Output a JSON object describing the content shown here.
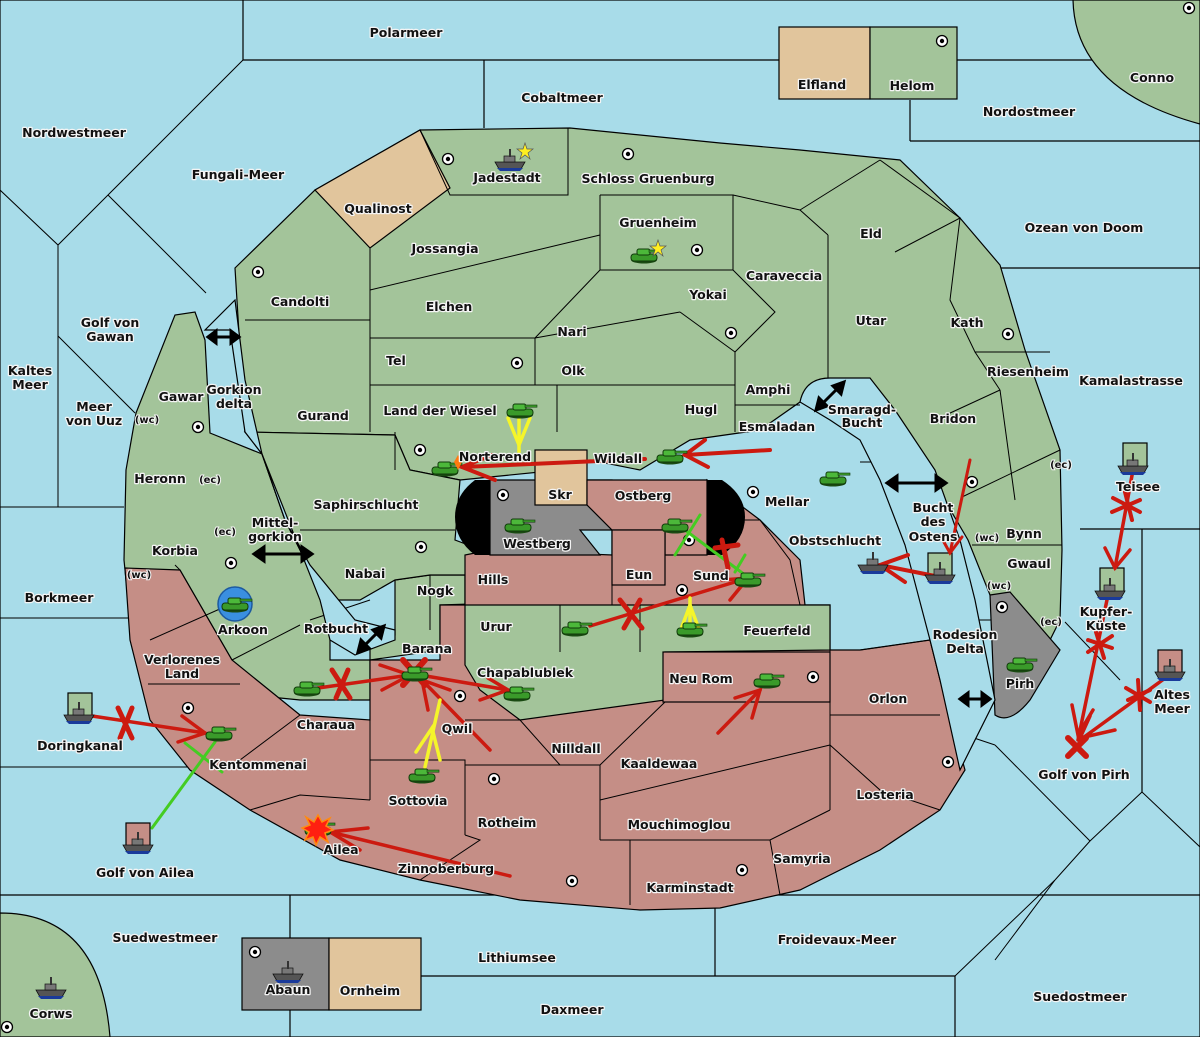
{
  "map": {
    "colors": {
      "sea": "#a8dce9",
      "green_power": "#a3c49a",
      "red_power": "#c58e86",
      "neutral_tan": "#e1c59c",
      "neutral_gray": "#8c8c8c",
      "move_order": "#cc1a10",
      "support_order": "#f5f52a",
      "convoy_or_cancelled": "#44cc22",
      "army_tank": "#3a9a2a"
    },
    "labels": {
      "polarmeer": "Polarmeer",
      "cobaltmeer": "Cobaltmeer",
      "elfland": "Elfland",
      "helom": "Helom",
      "conno": "Conno",
      "nordostmeer": "Nordostmeer",
      "nordwestmeer": "Nordwestmeer",
      "fungali": "Fungali-Meer",
      "jadestadt": "Jadestadt",
      "schloss": "Schloss Gruenburg",
      "qualinost": "Qualinost",
      "gruenheim": "Gruenheim",
      "eld": "Eld",
      "ozean": "Ozean von Doom",
      "jossangia": "Jossangia",
      "caraveccia": "Caraveccia",
      "candolti": "Candolti",
      "elchen": "Elchen",
      "yokai": "Yokai",
      "golf_gawan_1": "Golf von",
      "golf_gawan_2": "Gawan",
      "utar": "Utar",
      "kath": "Kath",
      "nari": "Nari",
      "kaltes_1": "Kaltes",
      "kaltes_2": "Meer",
      "tel": "Tel",
      "olk": "Olk",
      "riesenheim": "Riesenheim",
      "kamalastrasse": "Kamalastrasse",
      "amphi": "Amphi",
      "gawar": "Gawar",
      "gorkion_1": "Gorkion",
      "gorkion_2": "delta",
      "uuz_1": "Meer",
      "uuz_2": "von Uuz",
      "gurand": "Gurand",
      "wiesel": "Land der Wiesel",
      "hugl": "Hugl",
      "smaragd_1": "Smaragd-",
      "smaragd_2": "Bucht",
      "bridon": "Bridon",
      "esmaladan": "Esmaladan",
      "norterend": "Norterend",
      "wildall": "Wildall",
      "heronn": "Heronn",
      "skr": "Skr",
      "ostberg": "Ostberg",
      "mellar": "Mellar",
      "teisee": "Teisee",
      "saphir": "Saphirschlucht",
      "westberg": "Westberg",
      "bucht_1": "Bucht",
      "bucht_2": "des",
      "bucht_3": "Ostens",
      "bynn": "Bynn",
      "mittel_1": "Mittel-",
      "mittel_2": "gorkion",
      "korbia": "Korbia",
      "obstschlucht": "Obstschlucht",
      "nabai": "Nabai",
      "eun": "Eun",
      "sund": "Sund",
      "gwaul": "Gwaul",
      "hills": "Hills",
      "nogk": "Nogk",
      "kupfer_1": "Kupfer-",
      "kupfer_2": "Küste",
      "borkmeer": "Borkmeer",
      "arkoon": "Arkoon",
      "urur": "Urur",
      "feuerfeld": "Feuerfeld",
      "rotbucht": "Rotbucht",
      "rodesion_1": "Rodesion",
      "rodesion_2": "Delta",
      "barana": "Barana",
      "verlorenes_1": "Verlorenes",
      "verlorenes_2": "Land",
      "chapablublek": "Chapablublek",
      "neurom": "Neu Rom",
      "pirh": "Pirh",
      "altes_1": "Altes",
      "altes_2": "Meer",
      "orlon": "Orlon",
      "charaua": "Charaua",
      "doringkanal": "Doringkanal",
      "qwil": "Qwil",
      "nilldall": "Nilldall",
      "kentommenai": "Kentommenai",
      "kaaldewaa": "Kaaldewaa",
      "golf_pirh": "Golf von Pirh",
      "losteria": "Losteria",
      "sottovia": "Sottovia",
      "rotheim": "Rotheim",
      "mouchimoglou": "Mouchimoglou",
      "ailea": "Ailea",
      "samyria": "Samyria",
      "golf_ailea": "Golf von Ailea",
      "zinnoberburg": "Zinnoberburg",
      "karminstadt": "Karminstadt",
      "suedwestmeer": "Suedwestmeer",
      "froidevaux": "Froidevaux-Meer",
      "lithiumsee": "Lithiumsee",
      "abaun": "Abaun",
      "ornheim": "Ornheim",
      "suedostmeer": "Suedostmeer",
      "daxmeer": "Daxmeer",
      "corws": "Corws"
    },
    "coast_markers": {
      "wc": "(wc)",
      "ec": "(ec)"
    },
    "units": [
      {
        "type": "fleet",
        "province": "Jadestadt",
        "star": true
      },
      {
        "type": "army",
        "province": "Gruenheim",
        "star": true
      },
      {
        "type": "army",
        "province": "Land der Wiesel"
      },
      {
        "type": "army",
        "province": "Norterend",
        "dislodged": true
      },
      {
        "type": "army",
        "province": "Wildall"
      },
      {
        "type": "army",
        "province": "Westberg"
      },
      {
        "type": "army",
        "province": "Mellar"
      },
      {
        "type": "army",
        "province": "Ostberg"
      },
      {
        "type": "army",
        "province": "Sund"
      },
      {
        "type": "army",
        "province": "Arkoon",
        "highlighted": true
      },
      {
        "type": "army",
        "province": "Urur"
      },
      {
        "type": "army",
        "province": "Feuerfeld"
      },
      {
        "type": "army",
        "province": "Barana",
        "destroyed": true
      },
      {
        "type": "army",
        "province": "Charaua"
      },
      {
        "type": "army",
        "province": "Chapablublek"
      },
      {
        "type": "army",
        "province": "Neu Rom"
      },
      {
        "type": "army",
        "province": "Kentommenai"
      },
      {
        "type": "army",
        "province": "Sottovia"
      },
      {
        "type": "army",
        "province": "Ailea",
        "dislodged": true
      },
      {
        "type": "army",
        "province": "Pirh"
      },
      {
        "type": "fleet",
        "province": "Obstschlucht"
      },
      {
        "type": "fleet",
        "province": "Bucht des Ostens"
      },
      {
        "type": "fleet",
        "province": "Teisee"
      },
      {
        "type": "fleet",
        "province": "Kupfer-Küste"
      },
      {
        "type": "fleet",
        "province": "Altes Meer"
      },
      {
        "type": "fleet",
        "province": "Doringkanal"
      },
      {
        "type": "fleet",
        "province": "Golf von Ailea"
      },
      {
        "type": "fleet",
        "province": "Abaun"
      },
      {
        "type": "fleet",
        "province": "Corws"
      }
    ],
    "orders": [
      {
        "kind": "move",
        "from": "Wildall",
        "to": "Norterend",
        "result": "success"
      },
      {
        "kind": "move",
        "from": "Esmaladan",
        "to": "Wildall",
        "result": "success"
      },
      {
        "kind": "support",
        "from": "Land der Wiesel",
        "to": "Norterend"
      },
      {
        "kind": "move",
        "from": "Urur",
        "to": "Sund",
        "result": "failed"
      },
      {
        "kind": "move",
        "from": "Ostberg",
        "to": "Sund",
        "result": "cancelled"
      },
      {
        "kind": "support",
        "from": "Feuerfeld",
        "to": "Sund"
      },
      {
        "kind": "move",
        "from": "Bucht des Ostens",
        "to": "Obstschlucht",
        "result": "success"
      },
      {
        "kind": "move",
        "from": "Bridon",
        "to": "Bucht des Ostens",
        "result": "success"
      },
      {
        "kind": "move",
        "from": "Teisee",
        "to": "Kupfer-Küste",
        "result": "failed"
      },
      {
        "kind": "move",
        "from": "Kupfer-Küste",
        "to": "Golf von Pirh",
        "result": "failed"
      },
      {
        "kind": "move",
        "from": "Altes Meer",
        "to": "Golf von Pirh",
        "result": "failed"
      },
      {
        "kind": "move",
        "from": "Charaua",
        "to": "Barana",
        "result": "failed"
      },
      {
        "kind": "move",
        "from": "Barana",
        "to": "Chapablublek",
        "result": "success"
      },
      {
        "kind": "move",
        "from": "Nilldall",
        "to": "Barana",
        "result": "success"
      },
      {
        "kind": "support",
        "from": "Sottovia",
        "to": "Barana"
      },
      {
        "kind": "move",
        "from": "Kaaldewaa",
        "to": "Neu Rom",
        "result": "success"
      },
      {
        "kind": "move",
        "from": "Doringkanal",
        "to": "Kentommenai",
        "result": "failed"
      },
      {
        "kind": "convoy",
        "from": "Golf von Ailea",
        "to": "Kentommenai",
        "result": "cancelled"
      },
      {
        "kind": "move",
        "from": "Zinnoberburg",
        "to": "Ailea",
        "result": "success"
      }
    ]
  }
}
